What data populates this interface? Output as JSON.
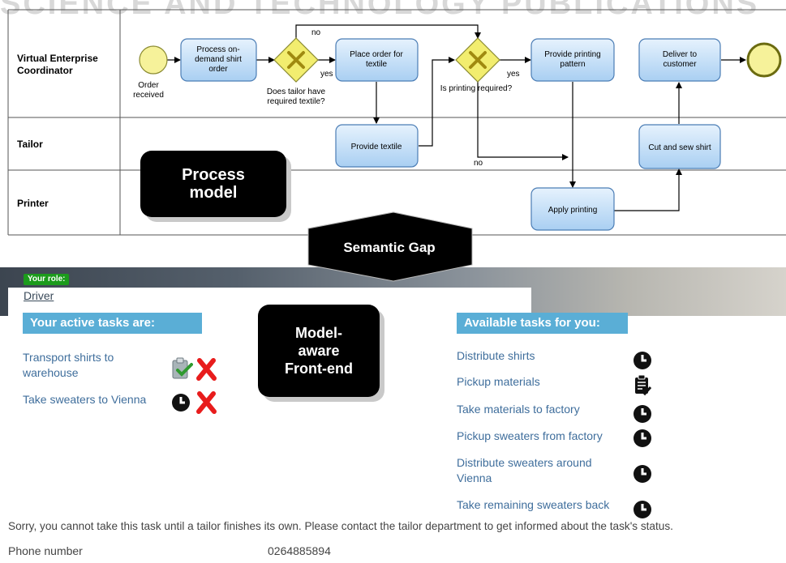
{
  "watermark": "SCIENCE AND TECHNOLOGY PUBLICATIONS",
  "process_model": {
    "lanes": [
      {
        "label_line1": "Virtual Enterprise",
        "label_line2": "Coordinator"
      },
      {
        "label_line1": "Tailor",
        "label_line2": ""
      },
      {
        "label_line1": "Printer",
        "label_line2": ""
      }
    ],
    "tasks": {
      "process_order": [
        "Process on-",
        "demand shirt",
        "order"
      ],
      "place_order": [
        "Place order for",
        "textile"
      ],
      "provide_pattern": [
        "Provide printing",
        "pattern"
      ],
      "deliver": [
        "Deliver to",
        "customer"
      ],
      "provide_textile": [
        "Provide textile"
      ],
      "cut_sew": [
        "Cut and sew shirt"
      ],
      "apply_printing": [
        "Apply printing"
      ]
    },
    "start_event": [
      "Order",
      "received"
    ],
    "gateway1": [
      "Does tailor have",
      "required textile?"
    ],
    "gateway2": [
      "Is printing required?"
    ],
    "flow_labels": {
      "no_top": "no",
      "yes1": "yes",
      "yes2": "yes",
      "no_bottom": "no"
    }
  },
  "callouts": {
    "process_model": [
      "Process",
      "model"
    ],
    "semantic_gap": "Semantic Gap",
    "front_end": [
      "Model-",
      "aware",
      "Front-end"
    ]
  },
  "front_end": {
    "role_badge": "Your role:",
    "role": "Driver",
    "active_header": "Your active tasks are:",
    "available_header": "Available tasks for you:",
    "active_tasks": [
      {
        "label_line1": "Transport shirts to",
        "label_line2": "warehouse",
        "icon": "clipboard-check-icon"
      },
      {
        "label_line1": "Take sweaters to Vienna",
        "label_line2": "",
        "icon": "clock-icon"
      }
    ],
    "available_tasks": [
      {
        "label_line1": "Distribute shirts",
        "label_line2": "",
        "icon": "clock-icon"
      },
      {
        "label_line1": "Pickup materials",
        "label_line2": "",
        "icon": "clipboard-list-icon"
      },
      {
        "label_line1": "Take materials to factory",
        "label_line2": "",
        "icon": "clock-icon"
      },
      {
        "label_line1": "Pickup sweaters from factory",
        "label_line2": "",
        "icon": "clock-icon"
      },
      {
        "label_line1": "Distribute sweaters around",
        "label_line2": "Vienna",
        "icon": "clock-icon"
      },
      {
        "label_line1": "Take remaining sweaters back",
        "label_line2": "",
        "icon": "clock-icon"
      }
    ],
    "message": "Sorry, you cannot take this task until a tailor finishes its own. Please contact the tailor department to get informed about the task's status.",
    "phone_label": "Phone number",
    "phone_value": "0264885894"
  },
  "colors": {
    "task_fill": "#cfe6fb",
    "task_border": "#4b7db5",
    "gateway": "#f2ed6f",
    "event": "#f6f29a",
    "header": "#5aaed6",
    "link": "#3f6e9c",
    "remove": "#e81c1c"
  }
}
